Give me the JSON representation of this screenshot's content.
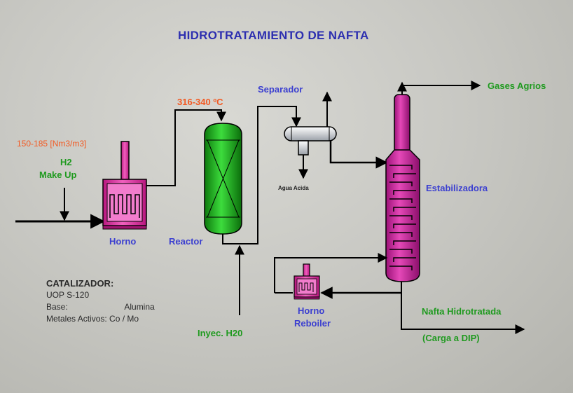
{
  "title": "HIDROTRATAMIENTO DE NAFTA",
  "labels": {
    "flow_range": "150-185 [Nm3/m3]",
    "h2": "H2",
    "make_up": "Make Up",
    "temperature": "316-340 ºC",
    "horno": "Horno",
    "reactor": "Reactor",
    "separador": "Separador",
    "agua_acida": "Agua Acida",
    "gases_agrios": "Gases Agrios",
    "estabilizadora": "Estabilizadora",
    "horno_reboiler_1": "Horno",
    "horno_reboiler_2": "Reboiler",
    "inyec_h2o": "Inyec. H20",
    "nafta_hidrotratada": "Nafta Hidrotratada",
    "carga_dip": "(Carga a DIP)"
  },
  "catalyst": {
    "heading": "CATALIZADOR:",
    "model": "UOP  S-120",
    "base_key": "Base:",
    "base_val": "Alumina",
    "metals_key": "Metales Activos:",
    "metals_val": "Co / Mo"
  },
  "colors": {
    "title": "#2d2fb0",
    "blue_label": "#3b3fd0",
    "green_label": "#1f9a1f",
    "orange_label": "#f25a23",
    "furnace": "#e0309c",
    "reactor": "#22b022",
    "column": "#c81e9a",
    "line": "#000000"
  }
}
